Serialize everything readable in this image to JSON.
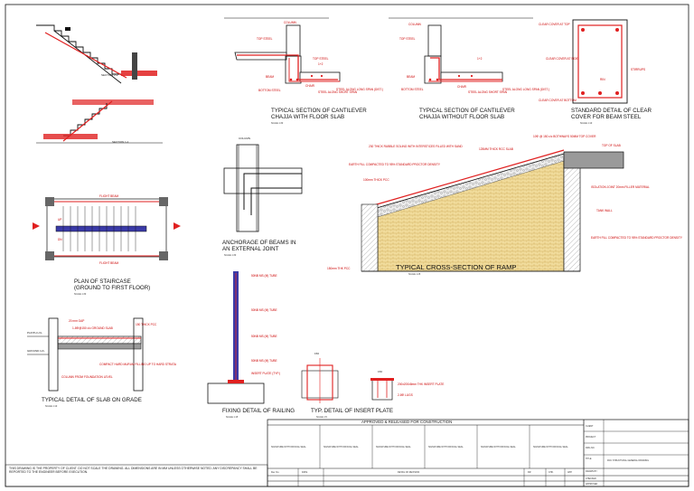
{
  "colors": {
    "accent_red": "#e02020",
    "hatch_yellow": "#f2e3a8",
    "line_black": "#111111",
    "slab_gray": "#9a9a9a"
  },
  "section_stairs": {
    "section_2_2": "SECTION 2-2",
    "section_1_1": "SECTION 1-1"
  },
  "cantilever_with_slab": {
    "labels": [
      "TOP STEEL",
      "COLUMN",
      "TOP STEEL",
      "1+2",
      "BEAM",
      "CHAIR",
      "BOTTOM STEEL",
      "STEEL ALONG SHORT SPAN",
      "STEEL ALONG LONG SPAN (DIST.)"
    ],
    "title_1": "TYPICAL SECTION OF CANTILEVER",
    "title_2": "CHAJJA WITH FLOOR SLAB",
    "scale": "SCALE 1:30"
  },
  "cantilever_without_slab": {
    "labels": [
      "COLUMN",
      "TOP STEEL",
      "1+2",
      "BEAM",
      "CHAIR",
      "BOTTOM STEEL",
      "STEEL ALONG SHORT SPAN",
      "STEEL ALONG LONG SPAN (DIST.)"
    ],
    "title_1": "TYPICAL SECTION OF CANTILEVER",
    "title_2": "CHAJJA WITHOUT FLOOR SLAB"
  },
  "clear_cover": {
    "labels": [
      "CLEAR COVER AT TOP",
      "CLEAR COVER AT SIDE",
      "CLEAR COVER AT BOTTOM",
      "STIRRUPS",
      "RIN"
    ],
    "title_1": "STANDARD DETAIL OF CLEAR",
    "title_2": "COVER FOR BEAM STEEL",
    "scale": "SCALE 1:10"
  },
  "staircase_plan": {
    "labels": [
      "FLIGHT BEAM",
      "FLIGHT BEAM",
      "UP",
      "DN"
    ],
    "title_1": "PLAN OF STAIRCASE",
    "title_2": "(GROUND TO FIRST FLOOR)",
    "scale": "SCALE 1:30"
  },
  "anchorage": {
    "labels": [
      "COLUMN"
    ],
    "title_1": "ANCHORAGE OF BEAMS IN",
    "title_2": "AN EXTERNAL JOINT",
    "scale": "SCALE 1:30"
  },
  "ramp": {
    "labels": [
      "230 THICK RUBBLE SOLING WITH INTERSTICES FILLED WITH SAND",
      "EARTH FILL COMPACTED TO 95% STANDARD PROCTOR DENSITY",
      "100mm THICK PCC",
      "125MM THICK RCC SLAB",
      "10Φ @ 150 c/c BOTHWAYS 50MM TOP COVER",
      "TOP OF SLAB",
      "ISOLATION JOINT 20mm FILLER MATERIAL",
      "TANK WALL",
      "EARTH FILL COMPACTED TO 95% STANDARD PROCTOR DENSITY",
      "150mm THK PCC"
    ],
    "title": "TYPICAL CROSS-SECTION OF RAMP",
    "scale": "SCALE 1:25"
  },
  "railing": {
    "labels": [
      "50NB MS (M) TUBE",
      "50NB MS (M) TUBE",
      "50NB MS (M) TUBE",
      "50NB MS (M) TUBE",
      "INSERT PLATE (TYP.)"
    ],
    "title": "FIXING DETAIL OF RAILING",
    "scale": "SCALE 1:15"
  },
  "insert_plate": {
    "labels": [
      "150",
      "150",
      "200x200x8mm THK INSERT PLATE",
      "2-8Φ LUGS"
    ],
    "title": "TYP. DETAIL OF INSERT PLATE",
    "scale": "SCALE 1:5"
  },
  "slab_on_grade": {
    "labels": [
      "20 mm GAP",
      "150 THICK PCC",
      "1-8Φ@150 c/c GROUND SLAB",
      "COMPACT HARD MURUM FILLING UP TO HARD STRATA",
      "COLUMN FROM FOUNDATION LEVEL",
      "PLINTH LVL",
      "GROUND LVL"
    ],
    "title": "TYPICAL DETAIL OF SLAB ON GRADE",
    "scale": "SCALE 1:10"
  },
  "title_block": {
    "approval_heading": "APPROVED & RELEASED FOR CONSTRUCTION",
    "sign_labels": [
      "SIGNATURE WITH OFFICIAL SEAL",
      "SIGNATURE WITH OFFICIAL SEAL",
      "SIGNATURE WITH OFFICIAL SEAL",
      "SIGNATURE WITH OFFICIAL SEAL",
      "SIGNATURE WITH OFFICIAL SEAL",
      "SIGNATURE WITH OFFICIAL SEAL"
    ],
    "right_labels": [
      "CLIENT",
      "PROJECT",
      "DRG.NO.",
      "TITLE",
      "DRAWN BY",
      "CHECKED",
      "APPROVED"
    ],
    "drawing_title": "RCC STRUCTURAL GENERAL DRAWING",
    "revision_headers": [
      "Rev. No.",
      "DATE",
      "DETAIL OF REVISION",
      "DR",
      "CHK.",
      "APP."
    ],
    "note": "THIS DRAWING IS THE PROPERTY OF CLIENT. DO NOT SCALE THE DRAWING. ALL DIMENSIONS ARE IN MM UNLESS OTHERWISE NOTED. ANY DISCREPANCY SHALL BE REPORTED TO THE ENGINEER BEFORE EXECUTION."
  }
}
